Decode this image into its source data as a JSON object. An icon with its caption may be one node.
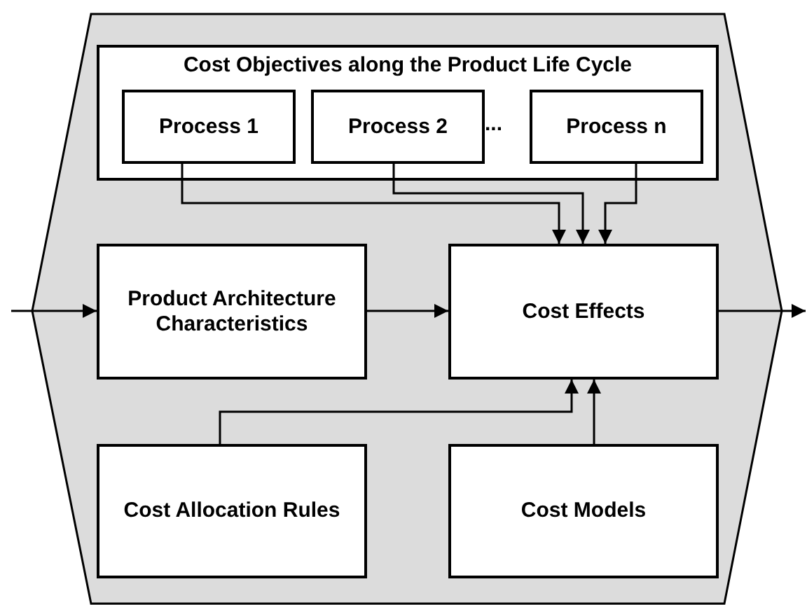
{
  "diagram": {
    "nodes": [
      {
        "text": [],
        "shape": "hexagon"
      },
      {
        "text": [
          "Cost Objectives along the Product Life Cycle"
        ],
        "in": 0
      },
      {
        "text": [
          "Process 1"
        ],
        "in": 1
      },
      {
        "text": [
          "Process 2"
        ],
        "in": 1
      },
      {
        "text": [
          "Process n"
        ],
        "in": 1
      },
      {
        "text": [
          "Product Architecture Characteristics"
        ],
        "in": 0
      },
      {
        "text": [
          "Cost Effects"
        ],
        "in": 0
      },
      {
        "text": [
          "Cost Allocation Rules"
        ],
        "in": 0
      },
      {
        "text": [
          "Cost Models"
        ],
        "in": 0
      }
    ],
    "edges": [
      {
        "from": 2,
        "to": 6,
        "arrow": "to"
      },
      {
        "from": 3,
        "to": 6,
        "arrow": "to"
      },
      {
        "from": 4,
        "to": 6,
        "arrow": "to"
      },
      {
        "from": null,
        "to": 5,
        "arrow": "to"
      },
      {
        "from": 5,
        "to": 6,
        "arrow": "to"
      },
      {
        "from": 6,
        "to": null,
        "arrow": "to"
      },
      {
        "from": 7,
        "to": 6,
        "arrow": "to"
      },
      {
        "from": 8,
        "to": 6,
        "arrow": "to"
      }
    ],
    "labels": [
      "..."
    ]
  }
}
